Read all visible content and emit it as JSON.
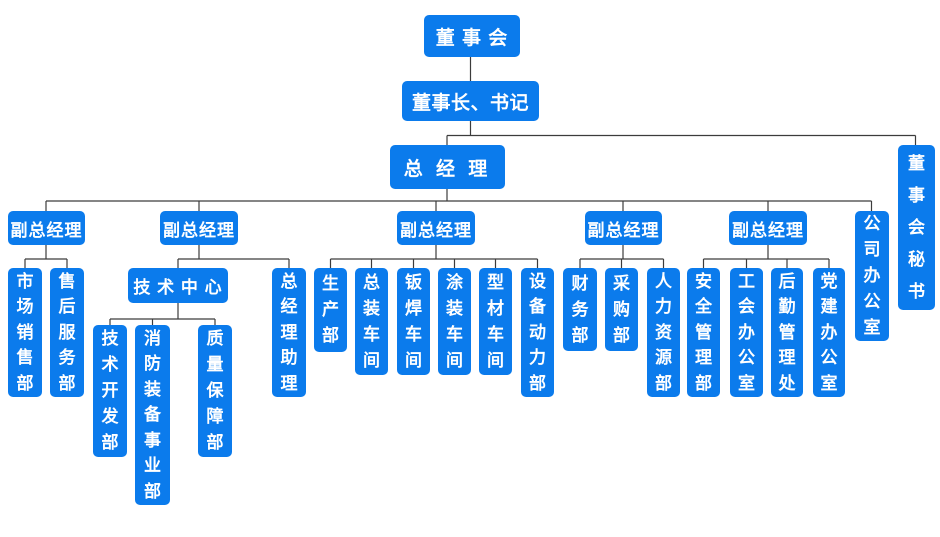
{
  "colors": {
    "box": "#0b7bec",
    "text": "#ffffff",
    "line": "#3c3c3c",
    "background": "#ffffff"
  },
  "nodes": {
    "board": "董 事 会",
    "chairman": "董事长、书记",
    "gm": "总 经 理",
    "board_secretary": "董事会秘书",
    "vgm1": "副总经理",
    "vgm2": "副总经理",
    "vgm3": "副总经理",
    "vgm4": "副总经理",
    "vgm5": "副总经理",
    "company_office": "公司办公室",
    "market_sales": "市场销售部",
    "after_sales": "售后服务部",
    "tech_center": "技 术 中 心",
    "gm_assistant": "总经理助理",
    "tech_dev": "技术开发部",
    "fire_equip": "消防装备事业部",
    "quality": "质量保障部",
    "production": "生产部",
    "assembly": "总装车间",
    "sheet_weld": "钣焊车间",
    "painting": "涂装车间",
    "profile": "型材车间",
    "equipment_power": "设备动力部",
    "finance": "财务部",
    "procurement": "采购部",
    "hr": "人力资源部",
    "safety": "安全管理部",
    "union": "工会办公室",
    "logistics": "后勤管理处",
    "party": "党建办公室"
  },
  "hierarchy": {
    "id": "board",
    "children": [
      {
        "id": "chairman",
        "children": [
          {
            "id": "gm",
            "children": [
              {
                "id": "vgm1",
                "children": [
                  {
                    "id": "market_sales"
                  },
                  {
                    "id": "after_sales"
                  }
                ]
              },
              {
                "id": "vgm2",
                "children": [
                  {
                    "id": "tech_center",
                    "children": [
                      {
                        "id": "tech_dev"
                      },
                      {
                        "id": "fire_equip"
                      },
                      {
                        "id": "quality"
                      }
                    ]
                  },
                  {
                    "id": "gm_assistant"
                  }
                ]
              },
              {
                "id": "vgm3",
                "children": [
                  {
                    "id": "production"
                  },
                  {
                    "id": "assembly"
                  },
                  {
                    "id": "sheet_weld"
                  },
                  {
                    "id": "painting"
                  },
                  {
                    "id": "profile"
                  },
                  {
                    "id": "equipment_power"
                  }
                ]
              },
              {
                "id": "vgm4",
                "children": [
                  {
                    "id": "finance"
                  },
                  {
                    "id": "procurement"
                  },
                  {
                    "id": "hr"
                  }
                ]
              },
              {
                "id": "vgm5",
                "children": [
                  {
                    "id": "safety"
                  },
                  {
                    "id": "union"
                  },
                  {
                    "id": "logistics"
                  },
                  {
                    "id": "party"
                  }
                ]
              },
              {
                "id": "company_office"
              }
            ]
          },
          {
            "id": "board_secretary"
          }
        ]
      }
    ]
  }
}
